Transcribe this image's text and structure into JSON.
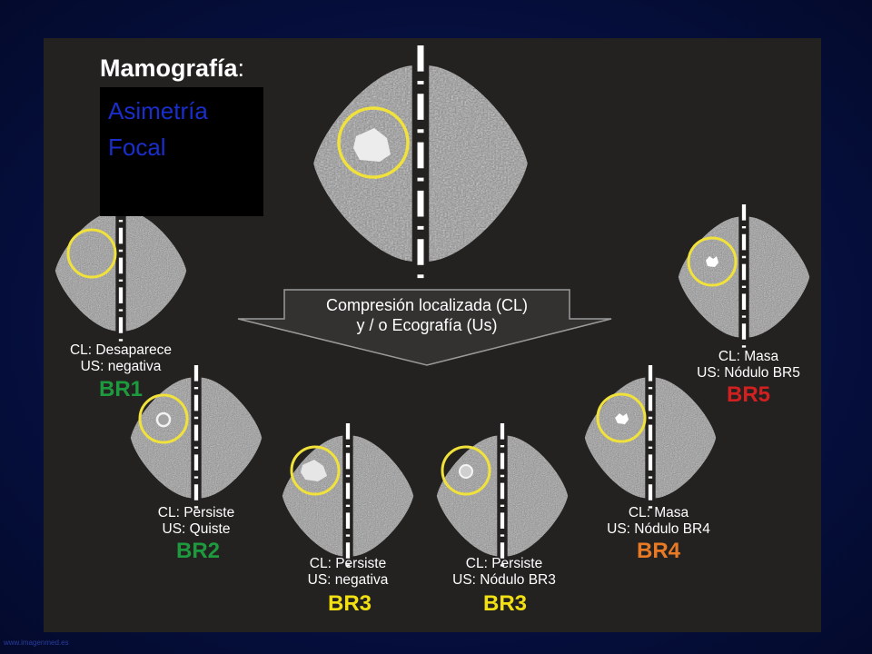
{
  "title": {
    "bold": "Mamografía",
    "colon": ":"
  },
  "subtitle": "Asimetría Focal",
  "arrow_text": [
    "Compresión localizada (CL)",
    "y / o Ecografía (Us)"
  ],
  "outcomes": [
    {
      "cl": "CL: Desaparece",
      "us": "US: negativa",
      "bi": "BR1",
      "color": "#1e9a3e"
    },
    {
      "cl": "CL: Persiste",
      "us": "US: Quiste",
      "bi": "BR2",
      "color": "#1e9a3e"
    },
    {
      "cl": "CL: Persiste",
      "us": "US: negativa",
      "bi": "BR3",
      "color": "#f2e012"
    },
    {
      "cl": "CL: Persiste",
      "us": "US: Nódulo BR3",
      "bi": "BR3",
      "color": "#f2e012"
    },
    {
      "cl": "CL: Masa",
      "us": "US: Nódulo BR4",
      "bi": "BR4",
      "color": "#e97a25"
    },
    {
      "cl": "CL: Masa",
      "us": "US: Nódulo BR5",
      "bi": "BR5",
      "color": "#d22020"
    }
  ],
  "credit": "www.imagenmed.es"
}
